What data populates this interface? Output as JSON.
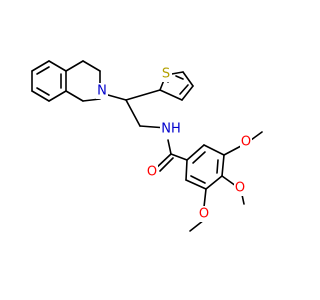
{
  "molecule": {
    "atoms": {
      "n_ring": "N",
      "s_thiophene": "S",
      "nh_amide": "NH",
      "o_carbonyl": "O",
      "o_methoxy_top": "O",
      "o_methoxy_mid": "O",
      "o_methoxy_bottom": "O"
    },
    "colors": {
      "bond": "#000000",
      "nitrogen": "#0000cc",
      "sulfur": "#b3a100",
      "oxygen": "#ff0000"
    }
  }
}
